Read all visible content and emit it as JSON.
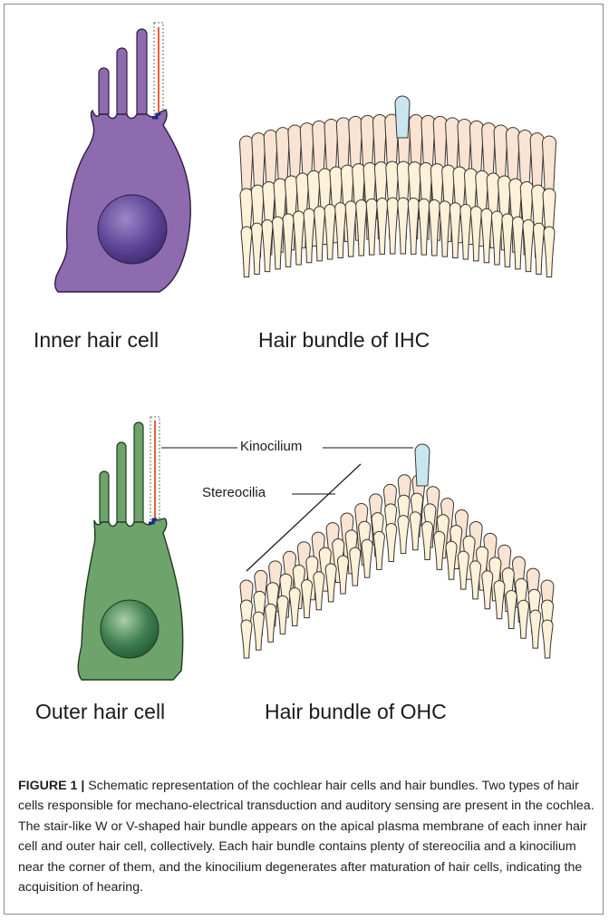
{
  "panels": {
    "ihc_cell": "Inner hair cell",
    "ihc_bundle": "Hair bundle of IHC",
    "ohc_cell": "Outer hair cell",
    "ohc_bundle": "Hair bundle of OHC"
  },
  "callouts": {
    "kinocilium": "Kinocilium",
    "stereocilia": "Stereocilia"
  },
  "colors": {
    "ihc_body": "#8e6aaf",
    "ohc_body": "#6fa36c",
    "stereocilia_fill": "#fcf1d9",
    "stereocilia_back": "#f9e4d3",
    "kinocilium_fill": "#c8e6f0",
    "kinocilium_line": "#e8603c",
    "channel": "#1c2a8a"
  },
  "caption": {
    "figure_label": "FIGURE 1 |",
    "text": " Schematic representation of the cochlear hair cells and hair bundles. Two types of hair cells responsible for mechano-electrical transduction and auditory sensing are present in the cochlea. The stair-like W or V-shaped hair bundle appears on the apical plasma membrane of each inner hair cell and outer hair cell, collectively. Each hair bundle contains plenty of stereocilia and a kinocilium near the corner of them, and the kinocilium degenerates after maturation of hair cells, indicating the acquisition of hearing."
  }
}
